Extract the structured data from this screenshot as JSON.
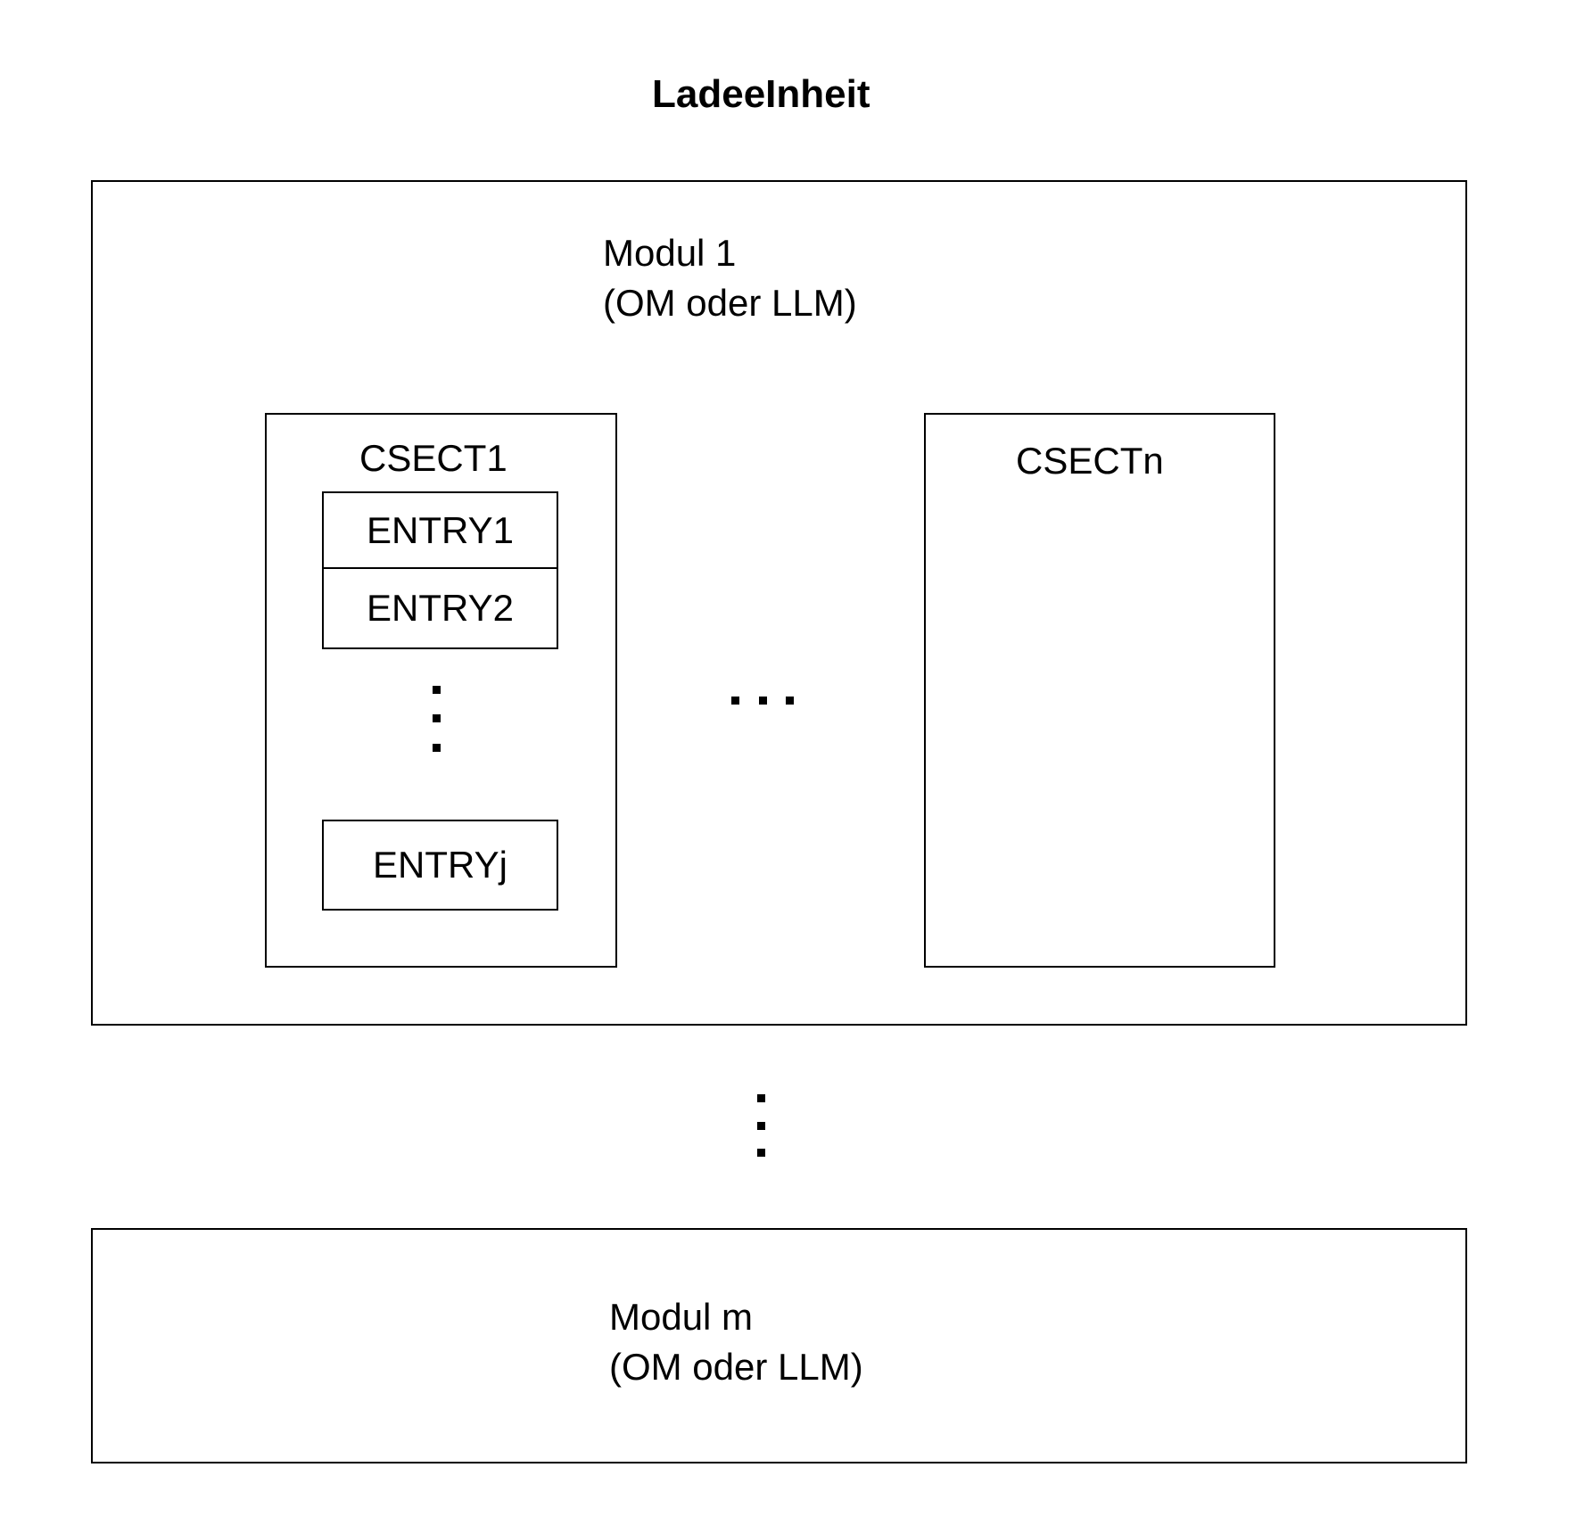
{
  "title": "LadeeInheit",
  "modules": [
    {
      "name": "Modul 1",
      "type": "(OM oder LLM)",
      "csects": [
        {
          "name": "CSECT1",
          "entries": [
            "ENTRY1",
            "ENTRY2",
            "ENTRYj"
          ]
        },
        {
          "name": "CSECTn",
          "entries": []
        }
      ]
    },
    {
      "name": "Modul m",
      "type": "(OM oder LLM)"
    }
  ]
}
